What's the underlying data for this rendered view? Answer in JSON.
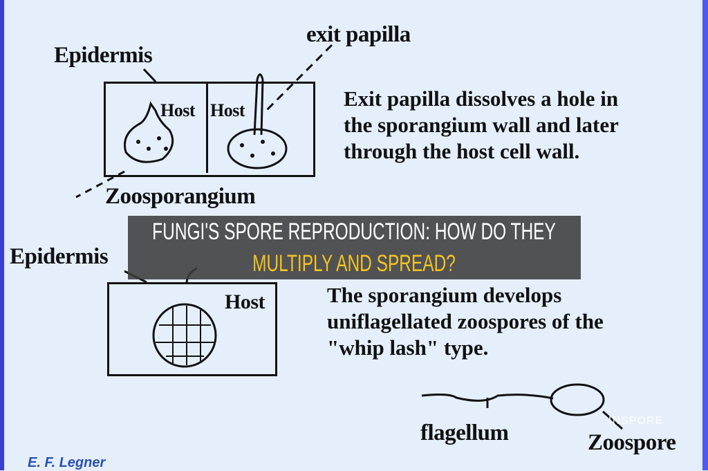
{
  "diagram": {
    "labels": {
      "epidermis_top": "Epidermis",
      "exit_papilla": "exit papilla",
      "host_left": "Host",
      "host_right": "Host",
      "zoosporangium": "Zoosporangium",
      "epidermis_bottom": "Epidermis",
      "host_bottom": "Host",
      "flagellum": "flagellum",
      "zoospore": "Zoospore"
    },
    "paragraph1": [
      "Exit papilla dissolves a hole in",
      "the sporangium wall and later",
      "through the host cell wall."
    ],
    "paragraph2": [
      "The sporangium develops",
      "uniflagellated zoospores of the",
      "\"whip lash\" type."
    ],
    "credit": "E. F. Legner"
  },
  "title": {
    "line1": "FUNGI'S SPORE REPRODUCTION: HOW DO THEY",
    "line2": "MULTIPLY AND SPREAD?"
  },
  "watermark": "INSPORE",
  "colors": {
    "background": "#e5effb",
    "title_line1": "#ffffff",
    "title_line2": "#f3c321",
    "overlay": "#3c3c3c"
  }
}
